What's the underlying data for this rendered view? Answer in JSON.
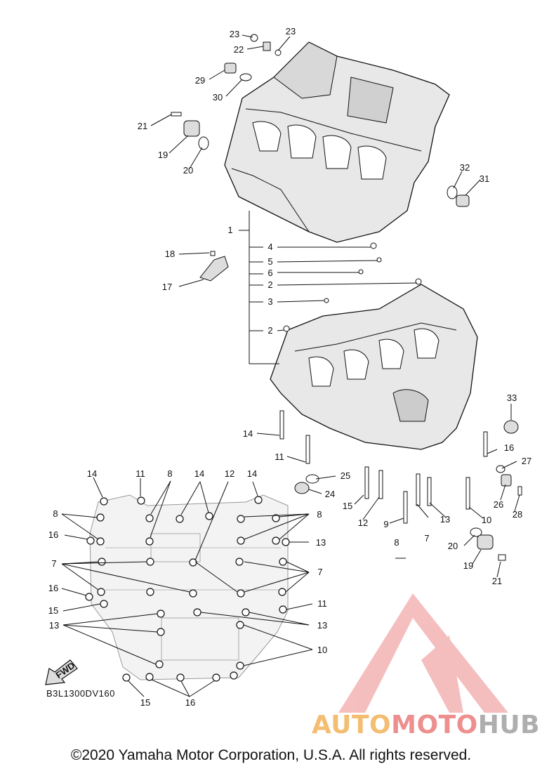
{
  "diagram": {
    "code": "B3L1300DV160",
    "fwd_label": "FWD",
    "copyright": "©2020 Yamaha Motor Corporation, U.S.A. All rights reserved.",
    "watermark": {
      "part1": "AUTO",
      "part2": "MOTO",
      "part3": "HUB"
    },
    "colors": {
      "line": "#111111",
      "part_fill": "#e6e6e6",
      "watermark_red": "#f0a3a3",
      "watermark_orange": "#f2b25a"
    },
    "callouts": [
      "1",
      "2",
      "3",
      "4",
      "5",
      "6",
      "7",
      "8",
      "9",
      "10",
      "11",
      "12",
      "13",
      "14",
      "15",
      "16",
      "17",
      "18",
      "19",
      "20",
      "21",
      "22",
      "23",
      "24",
      "25",
      "26",
      "27",
      "28",
      "29",
      "30",
      "31",
      "32",
      "33"
    ]
  }
}
